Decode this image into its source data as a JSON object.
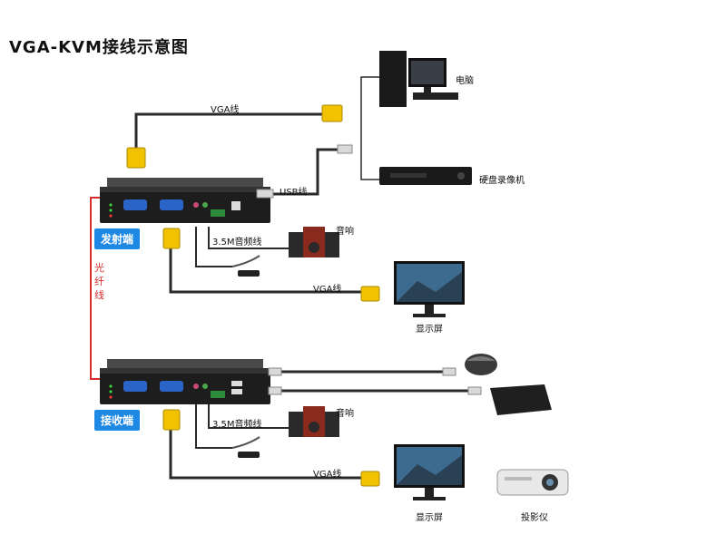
{
  "title": "VGA-KVM接线示意图",
  "transmitter": {
    "tag": "发射端",
    "cables": {
      "vga_top": "VGA线",
      "usb": "USB线",
      "audio": "3.5M音频线",
      "vga_display": "VGA线"
    },
    "devices": {
      "computer": "电脑",
      "dvr": "硬盘录像机",
      "speaker": "音响",
      "monitor": "显示屏"
    }
  },
  "fiber": "光纤线",
  "receiver": {
    "tag": "接收端",
    "cables": {
      "audio": "3.5M音频线",
      "vga_display": "VGA线"
    },
    "devices": {
      "speaker": "音响",
      "monitor": "显示屏",
      "projector": "投影仪"
    }
  },
  "colors": {
    "tag_bg": "#1e88e5",
    "fiber_line": "#d32f2f",
    "vga_plug": "#f2c200"
  }
}
